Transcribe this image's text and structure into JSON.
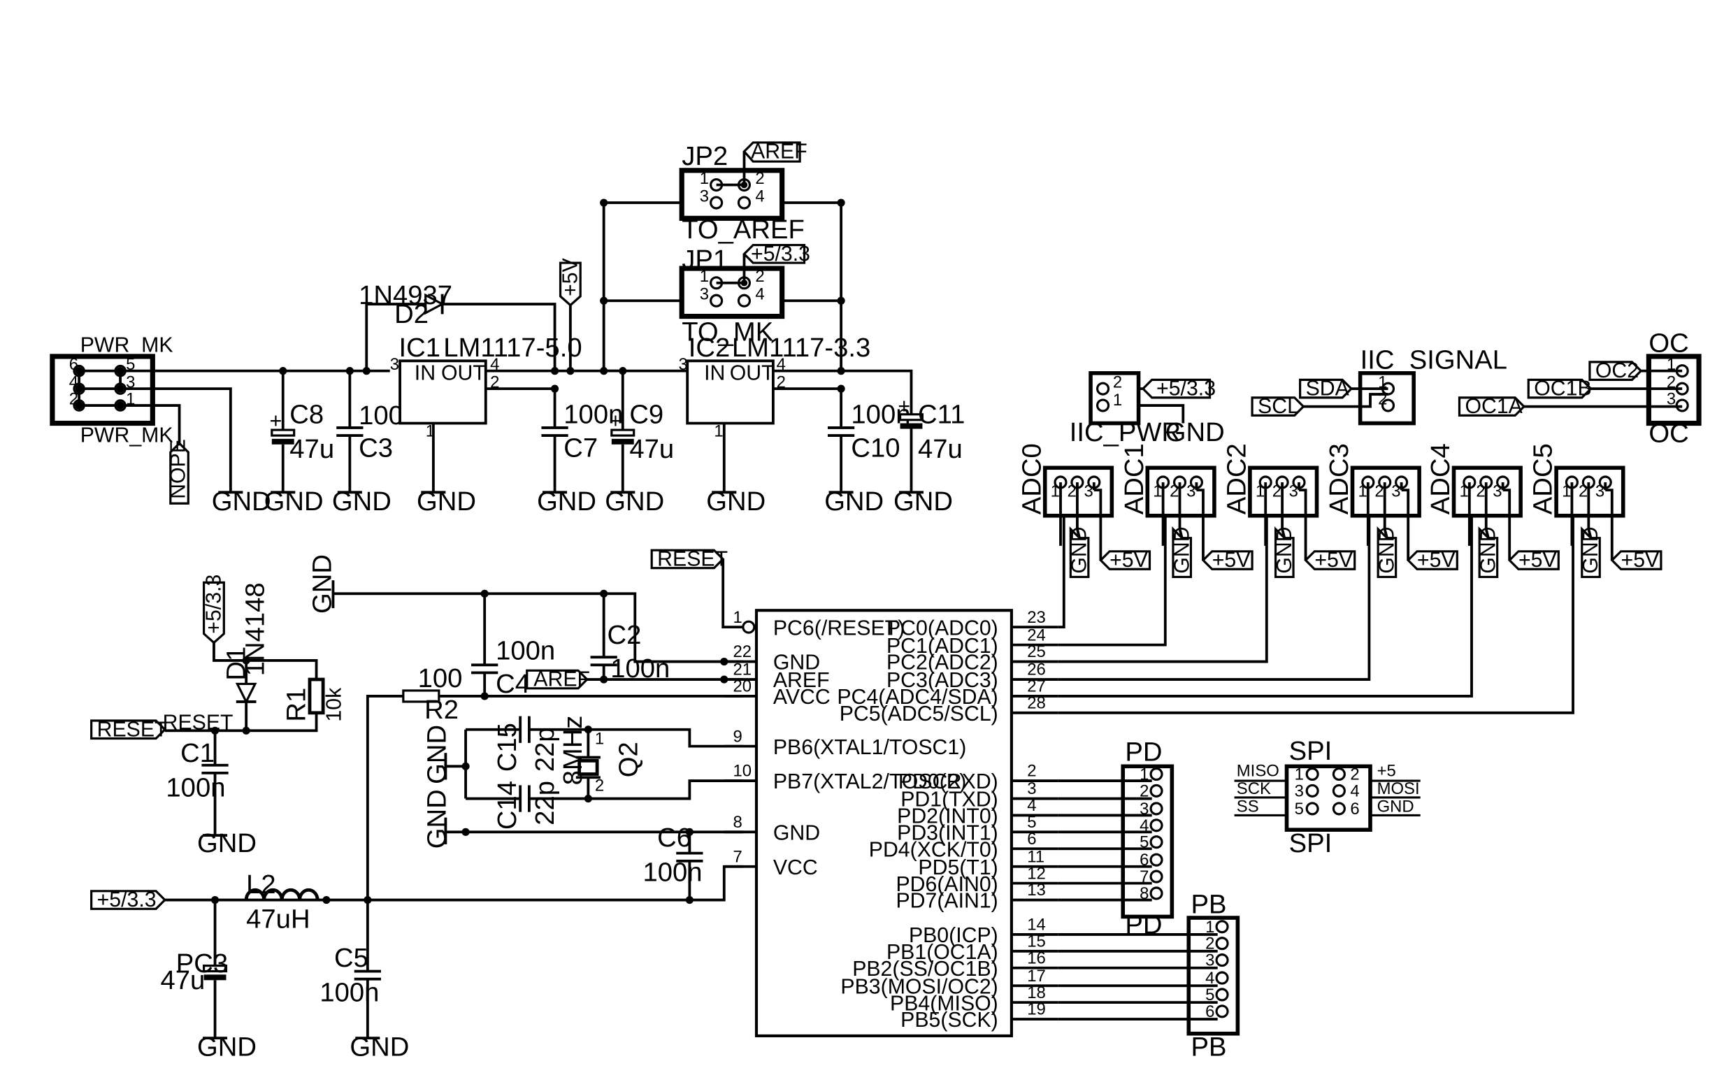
{
  "connectors": {
    "pwr_mk": {
      "name": "PWR_MK",
      "pins": [
        "6",
        "5",
        "4",
        "3",
        "2",
        "1"
      ]
    },
    "jp2": {
      "name": "JP2",
      "value": "TO_AREF",
      "pins": [
        "1",
        "2",
        "3",
        "4"
      ]
    },
    "jp1": {
      "name": "JP1",
      "value": "TO_MK",
      "pins": [
        "1",
        "2",
        "3",
        "4"
      ]
    },
    "iic_pwr": {
      "name": "IIC_PWR",
      "pins": [
        "2",
        "1"
      ]
    },
    "iic_signal": {
      "name": "IIC_SIGNAL",
      "pins": [
        "1",
        "2"
      ]
    },
    "oc": {
      "name": "OC",
      "pins": [
        "1",
        "2",
        "3"
      ]
    },
    "adc": [
      "ADC0",
      "ADC1",
      "ADC2",
      "ADC3",
      "ADC4",
      "ADC5"
    ],
    "adc_pins": [
      "1",
      "2",
      "3"
    ],
    "pd": {
      "name": "PD",
      "pins": [
        "1",
        "2",
        "3",
        "4",
        "5",
        "6",
        "7",
        "8"
      ]
    },
    "pb": {
      "name": "PB",
      "pins": [
        "1",
        "2",
        "3",
        "4",
        "5",
        "6"
      ]
    },
    "spi": {
      "name": "SPI",
      "left": [
        "MISO",
        "SCK",
        "SS"
      ],
      "right": [
        "+5",
        "MOSI",
        "GND"
      ],
      "pins_left": [
        "1",
        "3",
        "5"
      ],
      "pins_right": [
        "2",
        "4",
        "6"
      ]
    }
  },
  "parts": {
    "ic1": {
      "ref": "IC1",
      "value": "LM1117-5.0",
      "in": "IN",
      "out": "OUT",
      "p_in": "3",
      "p_out": "4",
      "p_out2": "2",
      "p_gnd": "1"
    },
    "ic2": {
      "ref": "IC2",
      "value": "LM1117-3.3",
      "in": "IN",
      "out": "OUT",
      "p_in": "3",
      "p_out": "4",
      "p_out2": "2",
      "p_gnd": "1"
    },
    "d2": {
      "ref": "D2",
      "value": "1N4937"
    },
    "d1": {
      "ref": "D1",
      "value": "1N4148"
    },
    "c8": {
      "ref": "C8",
      "value": "47u"
    },
    "c3": {
      "ref": "C3",
      "value": "100n"
    },
    "c7": {
      "ref": "C7",
      "value": "100n"
    },
    "c9": {
      "ref": "C9",
      "value": "47u"
    },
    "c10": {
      "ref": "C10",
      "value": "100n"
    },
    "c11": {
      "ref": "C11",
      "value": "47u"
    },
    "c1": {
      "ref": "C1",
      "value": "100n"
    },
    "c4": {
      "ref": "C4",
      "value": "100n"
    },
    "c2": {
      "ref": "C2",
      "value": "100n"
    },
    "c15": {
      "ref": "C15",
      "value": "22p"
    },
    "c14": {
      "ref": "C14",
      "value": "22p"
    },
    "c6": {
      "ref": "C6",
      "value": "100n"
    },
    "c5": {
      "ref": "C5",
      "value": "100n"
    },
    "pc3": {
      "ref": "PC3",
      "value": "47u"
    },
    "r1": {
      "ref": "R1",
      "value": "10k"
    },
    "r2": {
      "ref": "R2",
      "value": "100"
    },
    "l2": {
      "ref": "L2",
      "value": "47uH"
    },
    "q2": {
      "ref": "Q2",
      "value": "8MHz"
    }
  },
  "nets": {
    "gnd": "GND",
    "p5v": "+5V",
    "p533": "+5/3.3",
    "aref": "AREF",
    "reset": "RESET",
    "nope": "NOPE",
    "sda": "SDA",
    "scl": "SCL",
    "oc1a": "OC1A",
    "oc1b": "OC1B",
    "oc2": "OC2",
    "reset_net": "RESET",
    "plus": "+"
  },
  "mcu": {
    "left": [
      {
        "pin": "1",
        "name": "PC6(/RESET)"
      },
      {
        "pin": "22",
        "name": "GND"
      },
      {
        "pin": "21",
        "name": "AREF"
      },
      {
        "pin": "20",
        "name": "AVCC"
      },
      {
        "pin": "9",
        "name": "PB6(XTAL1/TOSC1)"
      },
      {
        "pin": "10",
        "name": "PB7(XTAL2/TOSC2)"
      },
      {
        "pin": "8",
        "name": "GND"
      },
      {
        "pin": "7",
        "name": "VCC"
      }
    ],
    "right": [
      {
        "pin": "23",
        "name": "PC0(ADC0)"
      },
      {
        "pin": "24",
        "name": "PC1(ADC1)"
      },
      {
        "pin": "25",
        "name": "PC2(ADC2)"
      },
      {
        "pin": "26",
        "name": "PC3(ADC3)"
      },
      {
        "pin": "27",
        "name": "PC4(ADC4/SDA)"
      },
      {
        "pin": "28",
        "name": "PC5(ADC5/SCL)"
      },
      {
        "pin": "2",
        "name": "PD0(RXD)"
      },
      {
        "pin": "3",
        "name": "PD1(TXD)"
      },
      {
        "pin": "4",
        "name": "PD2(INT0)"
      },
      {
        "pin": "5",
        "name": "PD3(INT1)"
      },
      {
        "pin": "6",
        "name": "PD4(XCK/T0)"
      },
      {
        "pin": "11",
        "name": "PD5(T1)"
      },
      {
        "pin": "12",
        "name": "PD6(AIN0)"
      },
      {
        "pin": "13",
        "name": "PD7(AIN1)"
      },
      {
        "pin": "14",
        "name": "PB0(ICP)"
      },
      {
        "pin": "15",
        "name": "PB1(OC1A)"
      },
      {
        "pin": "16",
        "name": "PB2(SS/OC1B)"
      },
      {
        "pin": "17",
        "name": "PB3(MOSI/OC2)"
      },
      {
        "pin": "18",
        "name": "PB4(MISO)"
      },
      {
        "pin": "19",
        "name": "PB5(SCK)"
      }
    ]
  }
}
